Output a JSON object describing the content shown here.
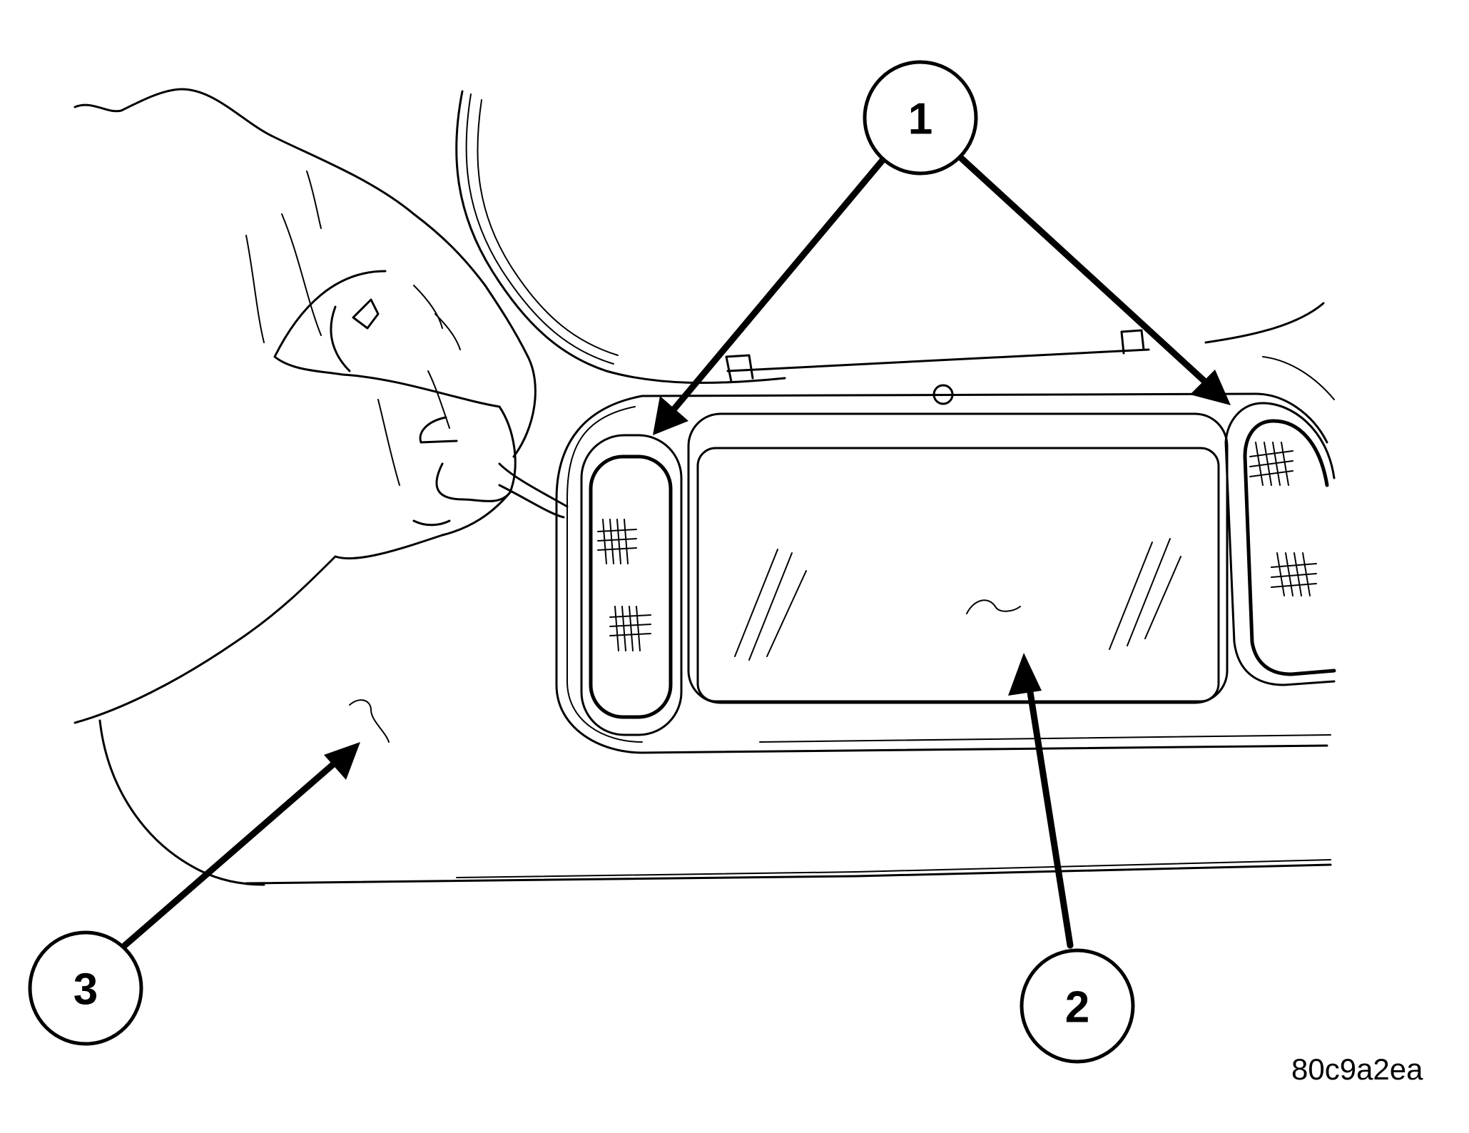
{
  "callouts": [
    {
      "id": "1",
      "label": "1"
    },
    {
      "id": "2",
      "label": "2"
    },
    {
      "id": "3",
      "label": "3"
    }
  ],
  "figure_id": "80c9a2ea",
  "colors": {
    "ink": "#000000",
    "background": "#ffffff"
  }
}
